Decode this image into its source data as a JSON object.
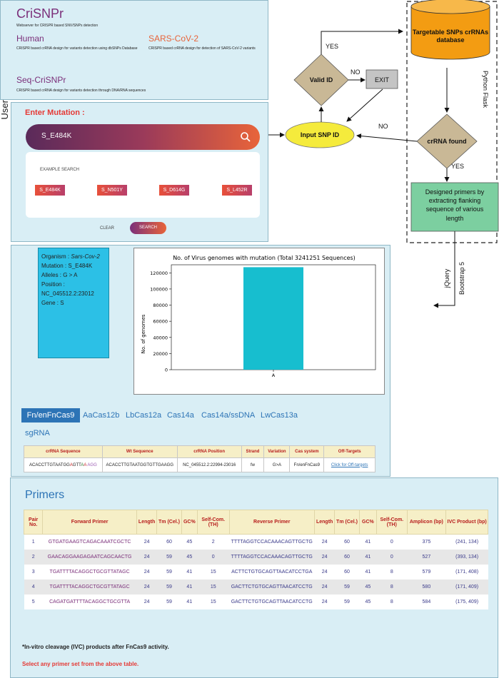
{
  "side_label": "User interface",
  "header": {
    "brand": "CriSNPr",
    "brand_sub": "Webserver for CRISPR based SNV/SNPs detection",
    "human_title": "Human",
    "human_sub": "CRISPR based crRNA design for variants detection using dbSNPs Database",
    "sars_title": "SARS-CoV-2",
    "sars_sub": "CRISPR based crRNA design for detection of SARS-CoV-2 variants",
    "seq_title": "Seq-CriSNPr",
    "seq_sub": "CRISPR based crRNA design for variants detection through DNA/RNA sequences"
  },
  "search": {
    "heading": "Enter Mutation :",
    "value": "S_E484K",
    "example_label": "EXAMPLE SEARCH",
    "examples": [
      "S_E484K",
      "S_N501Y",
      "S_D614G",
      "S_L452R"
    ],
    "clear_label": "CLEAR",
    "search_label": "SEARCH"
  },
  "info": {
    "organism_label": "Organism : ",
    "organism": "Sars-Cov-2",
    "mutation": "Mutation : S_E484K",
    "alleles": "Alleles : G > A",
    "position": "Position : NC_045512.2:23012",
    "gene": "Gene : S"
  },
  "chart_data": {
    "type": "bar",
    "title": "No. of Virus genomes with mutation (Total 3241251 Sequences)",
    "categories": [
      "A"
    ],
    "values": [
      127000
    ],
    "ylabel": "No. of genomes",
    "xlabel": "",
    "ylim": [
      0,
      130000
    ],
    "yticks": [
      0,
      20000,
      40000,
      60000,
      80000,
      100000,
      120000
    ],
    "bar_color": "#17becf"
  },
  "tabs": {
    "active": "Fn/enFnCas9",
    "items": [
      "AaCas12b",
      "LbCas12a",
      "Cas14a",
      "Cas14a/ssDNA",
      "LwCas13a",
      "sgRNA"
    ]
  },
  "crrna_table": {
    "headers": [
      "crRNA Sequence",
      "Wt Sequence",
      "crRNA Position",
      "Strand",
      "Variation",
      "Cas system",
      "Off-Targets"
    ],
    "row": {
      "seq_a": "ACACCTTGTAATGG",
      "seq_b": "A",
      "seq_c": "GTT",
      "seq_d": "A",
      "seq_e": "A",
      "seq_f": "AGG",
      "wt": "ACACCTTGTAATGGTGTTGAAGG",
      "position": "NC_045512.2:22994-23016",
      "strand": "fw",
      "variation": "G>A",
      "cas": "Fn/enFnCas9",
      "offtarget": "Click for Off-targets"
    }
  },
  "primers": {
    "title": "Primers",
    "headers": [
      "Pair No.",
      "Forward Primer",
      "Length",
      "Tm (Cel.)",
      "GC%",
      "Self-Com. (TH)",
      "Reverse Primer",
      "Length",
      "Tm (Cel.)",
      "GC%",
      "Self-Com. (TH)",
      "Amplicon (bp)",
      "IVC Product (bp)"
    ],
    "rows": [
      [
        "1",
        "GTGATGAAGTCAGACAAATCGCTC",
        "24",
        "60",
        "45",
        "2",
        "TTTTAGGTCCACAAACAGTTGCTG",
        "24",
        "60",
        "41",
        "0",
        "375",
        "(241, 134)"
      ],
      [
        "2",
        "GAACAGGAAGAGAATCAGCAACTG",
        "24",
        "59",
        "45",
        "0",
        "TTTTAGGTCCACAAACAGTTGCTG",
        "24",
        "60",
        "41",
        "0",
        "527",
        "(393, 134)"
      ],
      [
        "3",
        "TGATTTTACAGGCTGCGTTATAGC",
        "24",
        "59",
        "41",
        "15",
        "ACTTCTGTGCAGTTAACATCCTGA",
        "24",
        "60",
        "41",
        "8",
        "579",
        "(171, 408)"
      ],
      [
        "4",
        "TGATTTTACAGGCTGCGTTATAGC",
        "24",
        "59",
        "41",
        "15",
        "GACTTCTGTGCAGTTAACATCCTG",
        "24",
        "59",
        "45",
        "8",
        "580",
        "(171, 409)"
      ],
      [
        "5",
        "CAGATGATTTTACAGGCTGCGTTA",
        "24",
        "59",
        "41",
        "15",
        "GACTTCTGTGCAGTTAACATCCTG",
        "24",
        "59",
        "45",
        "8",
        "584",
        "(175, 409)"
      ]
    ],
    "note1": "*In-vitro cleavage (IVC) products after FnCas9 activity.",
    "note2": "Select any primer set from the above table."
  },
  "flow": {
    "valid_id": "Valid ID",
    "exit": "EXIT",
    "input_snp": "Input SNP ID",
    "db_line1": "Targetable SNPs crRNAs",
    "db_line2": "database",
    "found": "crRNA found",
    "designed_1": "Designed primers by",
    "designed_2": "extracting flanking",
    "designed_3": "sequence of various",
    "designed_4": "length",
    "yes1": "YES",
    "no1": "NO",
    "no2": "NO",
    "yes2": "YES",
    "python": "Python Flask",
    "jquery": "jQuery",
    "bootstrap": "Bootstrap 5"
  },
  "colors": {
    "panel_bg": "#d9eef5",
    "diamond": "#c9b896",
    "db": "#f39c12",
    "designed": "#7ccfa0",
    "input_snp": "#f5eb3c",
    "accent_purple": "#7b2f7a",
    "accent_orange": "#e8643a",
    "heading_red": "#e53935"
  }
}
